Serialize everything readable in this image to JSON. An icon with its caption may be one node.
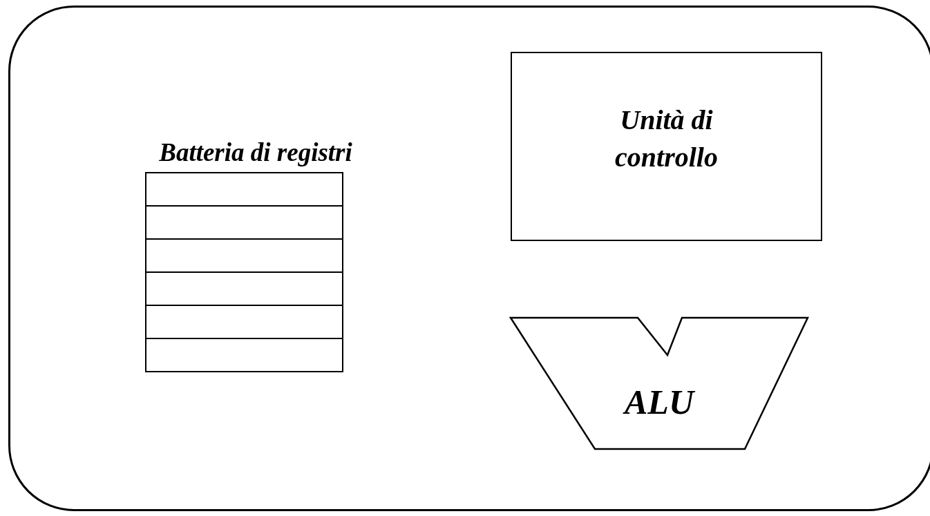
{
  "diagram": {
    "nodes": [
      {
        "text": [],
        "shape": "box"
      },
      {
        "text": [
          "Batteria di registri"
        ],
        "in": 0
      },
      {
        "text": [
          "Unità di controllo"
        ],
        "in": 0
      },
      {
        "text": [
          "ALU"
        ],
        "in": 0
      }
    ]
  }
}
